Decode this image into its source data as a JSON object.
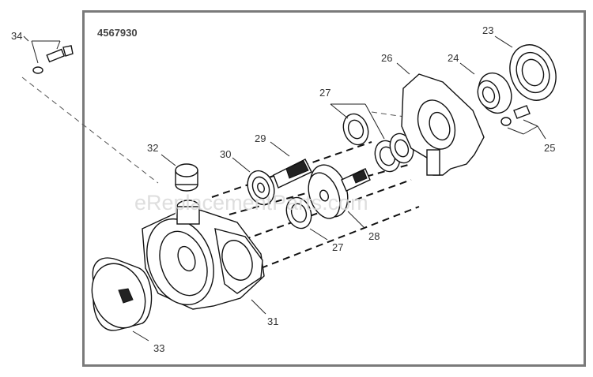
{
  "diagram": {
    "model_number": "4567930",
    "watermark": "eReplacementParts.com",
    "callouts": {
      "p23": "23",
      "p24": "24",
      "p25": "25",
      "p26": "26",
      "p27a": "27",
      "p27b": "27",
      "p28": "28",
      "p29": "29",
      "p30": "30",
      "p31": "31",
      "p32": "32",
      "p33": "33",
      "p34": "34"
    }
  }
}
